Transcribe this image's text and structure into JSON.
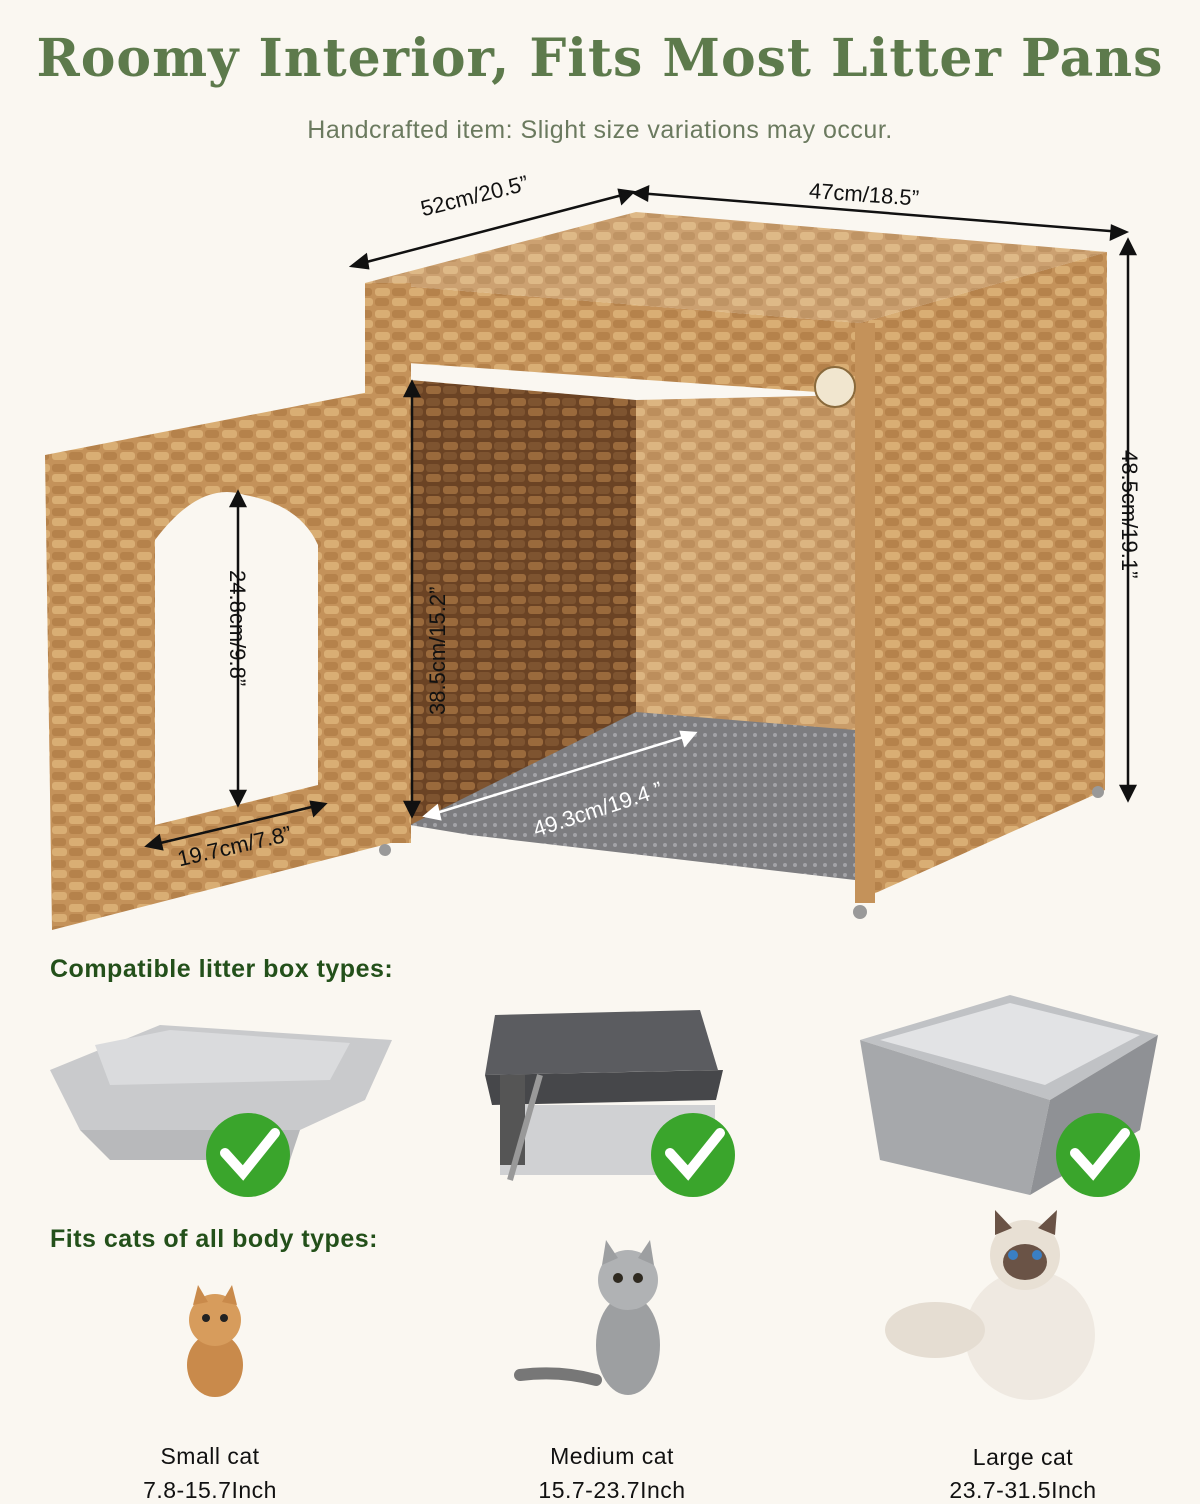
{
  "header": {
    "title": "Roomy Interior, Fits Most Litter Pans",
    "subtitle": "Handcrafted item: Slight size variations may occur."
  },
  "dimensions": {
    "depth": "52cm/20.5”",
    "width": "47cm/18.5”",
    "height": "48.5cm/19.1”",
    "door_height": "24.8cm/9.8”",
    "inner_height": "38.5cm/15.2”",
    "inner_floor": "49.3cm/19.4 ”",
    "door_width": "19.7cm/7.8”"
  },
  "compatible": {
    "heading": "Compatible litter box types:",
    "items": [
      "open-plastic-litter-tray",
      "high-sided-litter-box-with-scoop",
      "stainless-steel-litter-pan"
    ]
  },
  "cats": {
    "heading": "Fits cats of all body types:",
    "items": [
      {
        "label": "Small cat",
        "range": "7.8-15.7Inch"
      },
      {
        "label": "Medium cat",
        "range": "15.7-23.7Inch"
      },
      {
        "label": "Large cat",
        "range": "23.7-31.5Inch"
      }
    ]
  },
  "colors": {
    "title": "#5d7a4c",
    "heading": "#23501a",
    "rattan": "#c99a5e",
    "check": "#3aa52c"
  }
}
